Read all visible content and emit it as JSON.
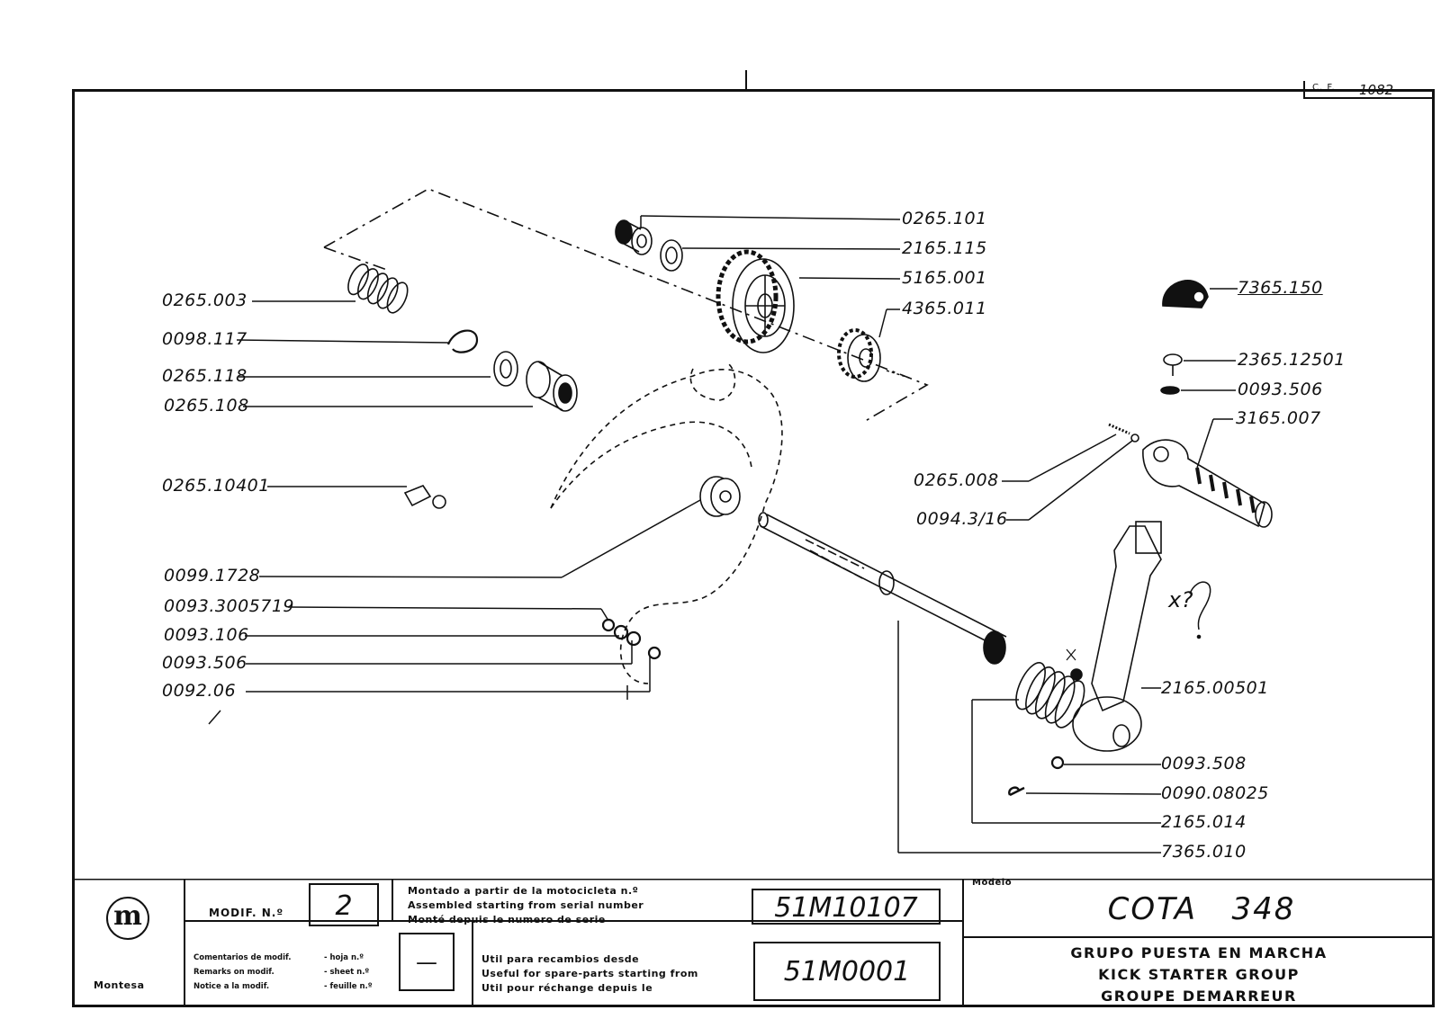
{
  "sheet": {
    "cf_label": "C. F.",
    "cf_number": "1082"
  },
  "parts_left": [
    {
      "id": "0265.003"
    },
    {
      "id": "0098.117"
    },
    {
      "id": "0265.118"
    },
    {
      "id": "0265.108"
    },
    {
      "id": "0265.10401"
    },
    {
      "id": "0099.1728"
    },
    {
      "id": "0093.3005719"
    },
    {
      "id": "0093.106"
    },
    {
      "id": "0093.506"
    },
    {
      "id": "0092.06"
    }
  ],
  "parts_top": [
    {
      "id": "0265.101"
    },
    {
      "id": "2165.115"
    },
    {
      "id": "5165.001"
    },
    {
      "id": "4365.011"
    }
  ],
  "parts_right": [
    {
      "id": "7365.150"
    },
    {
      "id": "2365.12501"
    },
    {
      "id": "0093.506"
    },
    {
      "id": "3165.007"
    },
    {
      "id": "0265.008"
    },
    {
      "id": "0094.3/16"
    },
    {
      "id": "2165.00501"
    },
    {
      "id": "0093.508"
    },
    {
      "id": "0090.08025"
    },
    {
      "id": "2165.014"
    },
    {
      "id": "7365.010"
    }
  ],
  "annotation": "x?",
  "title_block": {
    "brand": "Montesa",
    "logo_letter": "m",
    "modif_label": "MODIF. N.º",
    "modif_number": "2",
    "mounted_lines": [
      "Montado a partir de la motocicleta n.º",
      "Assembled starting from serial number",
      "Monté depuis le numero de serie"
    ],
    "serial_from": "51M10107",
    "comments_lines": [
      {
        "left": "Comentarios de modif.",
        "right": "- hoja  n.º"
      },
      {
        "left": "Remarks on modif.",
        "right": "- sheet  n.º"
      },
      {
        "left": "Notice a la modif.",
        "right": "- feuille n.º"
      }
    ],
    "sheet_dash": "—",
    "spares_lines": [
      "Util para recambios desde",
      "Useful for spare-parts starting from",
      "Util pour réchange depuis le"
    ],
    "serial_spares": "51M0001",
    "model_label": "Modelo",
    "model": "COTA   348",
    "group_names": [
      "GRUPO PUESTA EN MARCHA",
      "KICK STARTER GROUP",
      "GROUPE DEMARREUR"
    ]
  }
}
